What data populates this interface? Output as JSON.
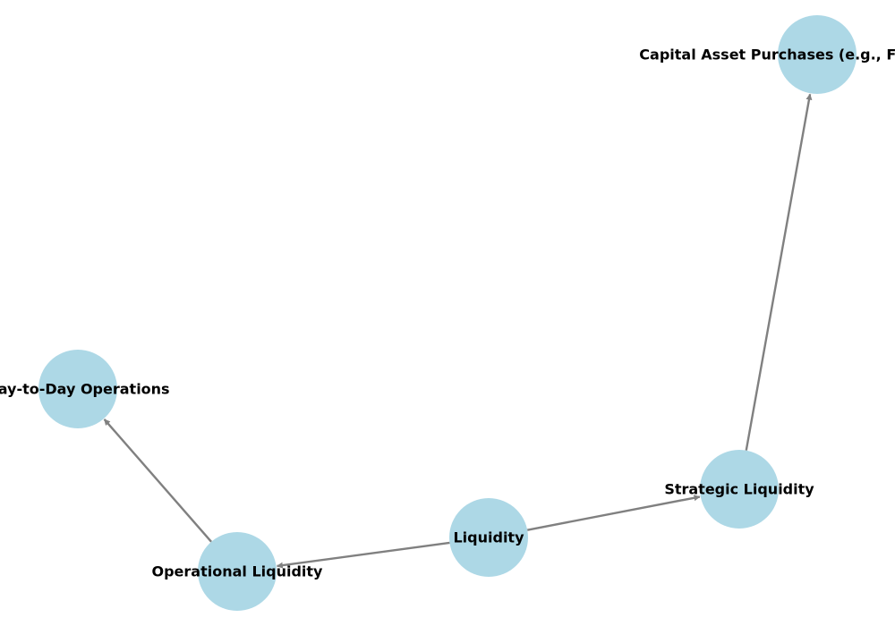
{
  "colors": {
    "node_fill": "#add8e6",
    "edge_stroke": "#808080",
    "label": "#000000",
    "background": "#ffffff"
  },
  "nodes": [
    {
      "id": "liquidity",
      "label": "Liquidity"
    },
    {
      "id": "operational",
      "label": "Operational Liquidity"
    },
    {
      "id": "strategic",
      "label": "Strategic Liquidity"
    },
    {
      "id": "day_to_day",
      "label": "Day-to-Day Operations"
    },
    {
      "id": "capital_asset",
      "label": "Capital Asset Purchases (e.g., Fixed Assets)"
    }
  ],
  "edges": [
    {
      "from": "liquidity",
      "to": "operational"
    },
    {
      "from": "liquidity",
      "to": "strategic"
    },
    {
      "from": "operational",
      "to": "day_to_day"
    },
    {
      "from": "strategic",
      "to": "capital_asset"
    }
  ]
}
